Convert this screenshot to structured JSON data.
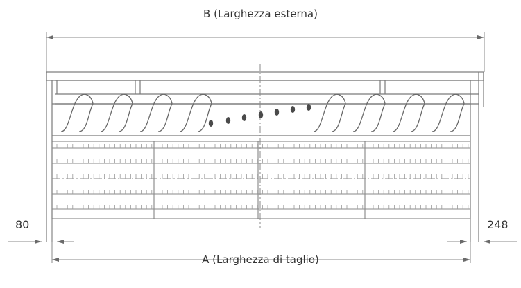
{
  "labels": {
    "outer_width": "B (Larghezza esterna)",
    "cut_width": "A (Larghezza di taglio)",
    "left_offset": "80",
    "right_offset": "248"
  },
  "colors": {
    "line": "#7a7a7a",
    "dim": "#8a8a8a",
    "auger": "#6a6a6a",
    "text": "#333333",
    "dot": "#4a4a4a"
  }
}
